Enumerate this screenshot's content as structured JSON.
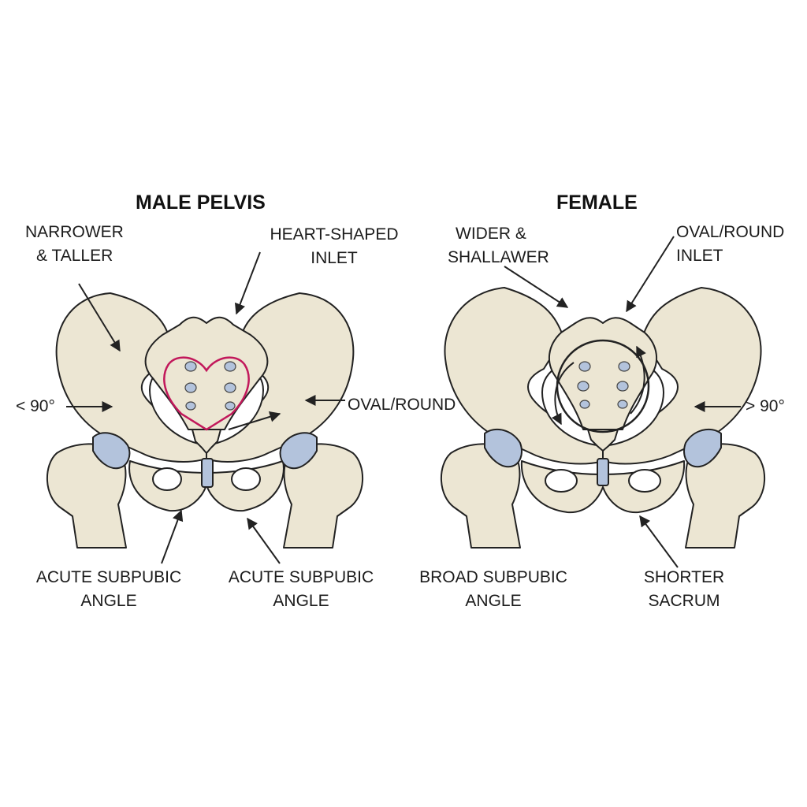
{
  "male": {
    "title": "MALE PELVIS",
    "label_narrower": [
      "NARROWER",
      "& TALLER"
    ],
    "label_heart": [
      "HEART-SHAPED",
      "INLET"
    ],
    "label_angle": "< 90°",
    "label_oval": "OVAL/ROUND",
    "label_subpubic_left": [
      "ACUTE SUBPUBIC",
      "ANGLE"
    ],
    "label_subpubic_right": [
      "ACUTE SUBPUBIC",
      "ANGLE"
    ]
  },
  "female": {
    "title": "FEMALE",
    "label_wider": [
      "WIDER &",
      "SHALLAWER"
    ],
    "label_inlet": [
      "OVAL/ROUND",
      "INLET"
    ],
    "label_angle": "> 90°",
    "label_subpubic": [
      "BROAD SUBPUBIC",
      "ANGLE"
    ],
    "label_sacrum": [
      "SHORTER",
      "SACRUM"
    ]
  },
  "colors": {
    "bone": "#ece6d3",
    "outline": "#222222",
    "cartilage": "#b3c3dc",
    "heart_outline": "#c2185b"
  }
}
